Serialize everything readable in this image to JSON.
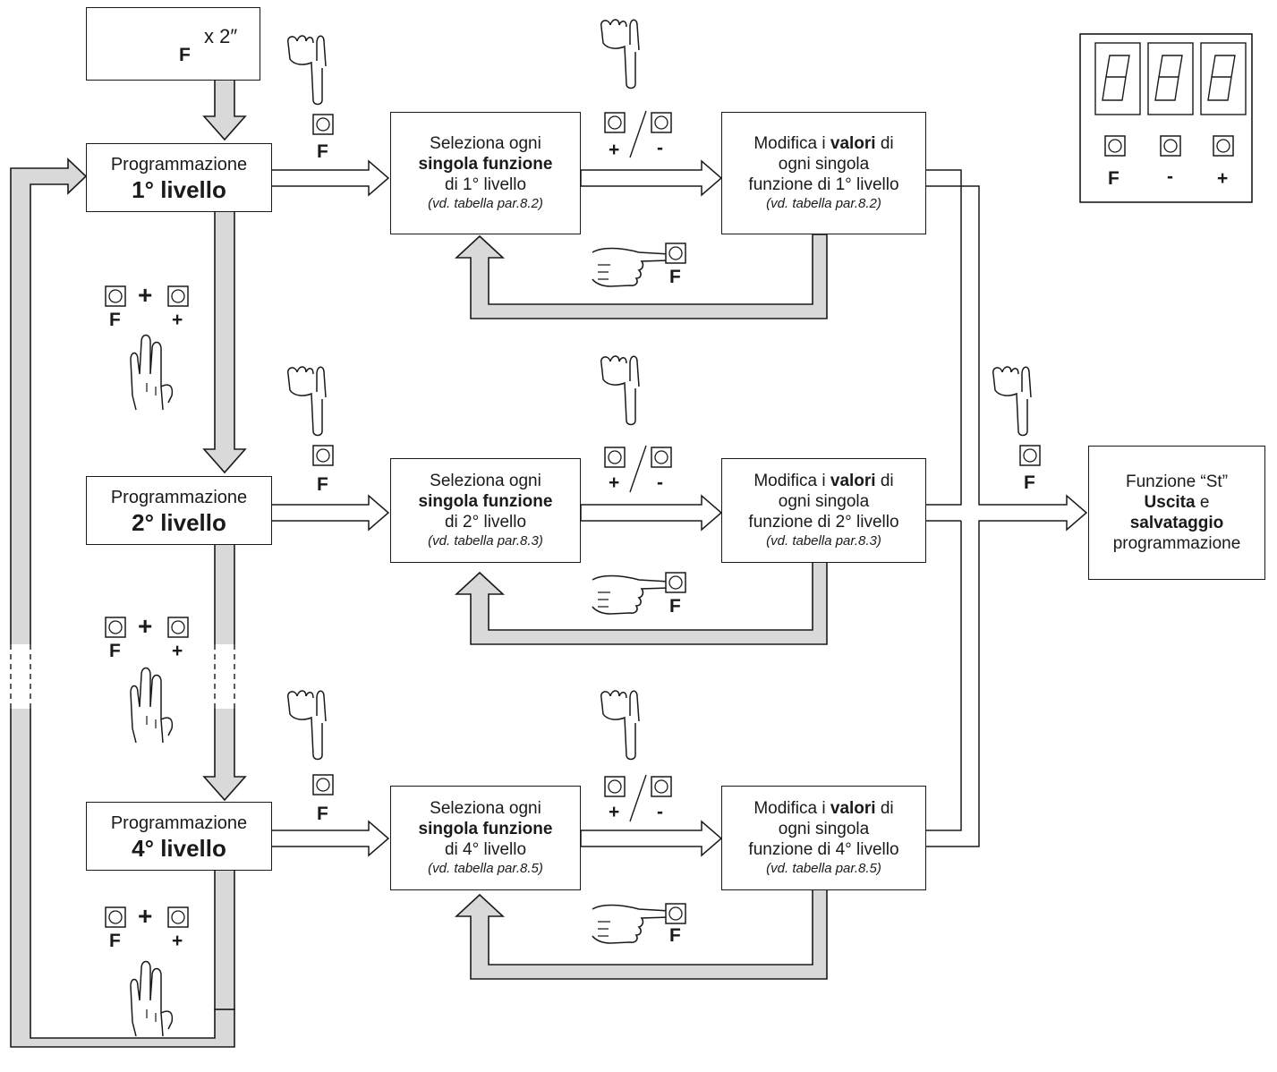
{
  "start": {
    "key": "F",
    "hold": "x 2″"
  },
  "levels": [
    {
      "line1": "Programmazione",
      "line2": "1° livello",
      "select": {
        "line1": "Seleziona ogni",
        "line2": "singola funzione",
        "line3": "di 1° livello",
        "ref": "(vd. tabella par.8.2)"
      },
      "modify": {
        "pre": "Modifica i ",
        "bold": "valori",
        "post": " di",
        "line2": "ogni singola",
        "line3": "funzione di 1° livello",
        "ref": "(vd. tabella par.8.2)"
      },
      "key_to_select": "F",
      "key_plus": "+",
      "key_minus": "-",
      "key_back": "F"
    },
    {
      "line1": "Programmazione",
      "line2": "2° livello",
      "select": {
        "line1": "Seleziona ogni",
        "line2": "singola funzione",
        "line3": "di 2° livello",
        "ref": "(vd. tabella par.8.3)"
      },
      "modify": {
        "pre": "Modifica i ",
        "bold": "valori",
        "post": " di",
        "line2": "ogni singola",
        "line3": "funzione di 2° livello",
        "ref": "(vd. tabella par.8.3)"
      },
      "key_to_select": "F",
      "key_plus": "+",
      "key_minus": "-",
      "key_back": "F"
    },
    {
      "line1": "Programmazione",
      "line2": "4° livello",
      "select": {
        "line1": "Seleziona ogni",
        "line2": "singola funzione",
        "line3": "di 4° livello",
        "ref": "(vd. tabella par.8.5)"
      },
      "modify": {
        "pre": "Modifica i ",
        "bold": "valori",
        "post": " di",
        "line2": "ogni singola",
        "line3": "funzione di 4° livello",
        "ref": "(vd. tabella par.8.5)"
      },
      "key_to_select": "F",
      "key_plus": "+",
      "key_minus": "-",
      "key_back": "F"
    }
  ],
  "combos": [
    {
      "key1": "F",
      "op": "+",
      "key2": "+"
    },
    {
      "key1": "F",
      "op": "+",
      "key2": "+"
    },
    {
      "key1": "F",
      "op": "+",
      "key2": "+"
    }
  ],
  "exit": {
    "key": "F",
    "line1_pre": "Funzione ",
    "line1_code": "“St”",
    "line2": "Uscita",
    "line2_post": " e",
    "line3": "salvataggio",
    "line4": "programmazione"
  },
  "panel": {
    "keys": [
      "F",
      "-",
      "+"
    ]
  },
  "colors": {
    "line": "#1a1a1a",
    "arrow_fill": "#d9d9d9",
    "box_border": "#1a1a1a"
  }
}
